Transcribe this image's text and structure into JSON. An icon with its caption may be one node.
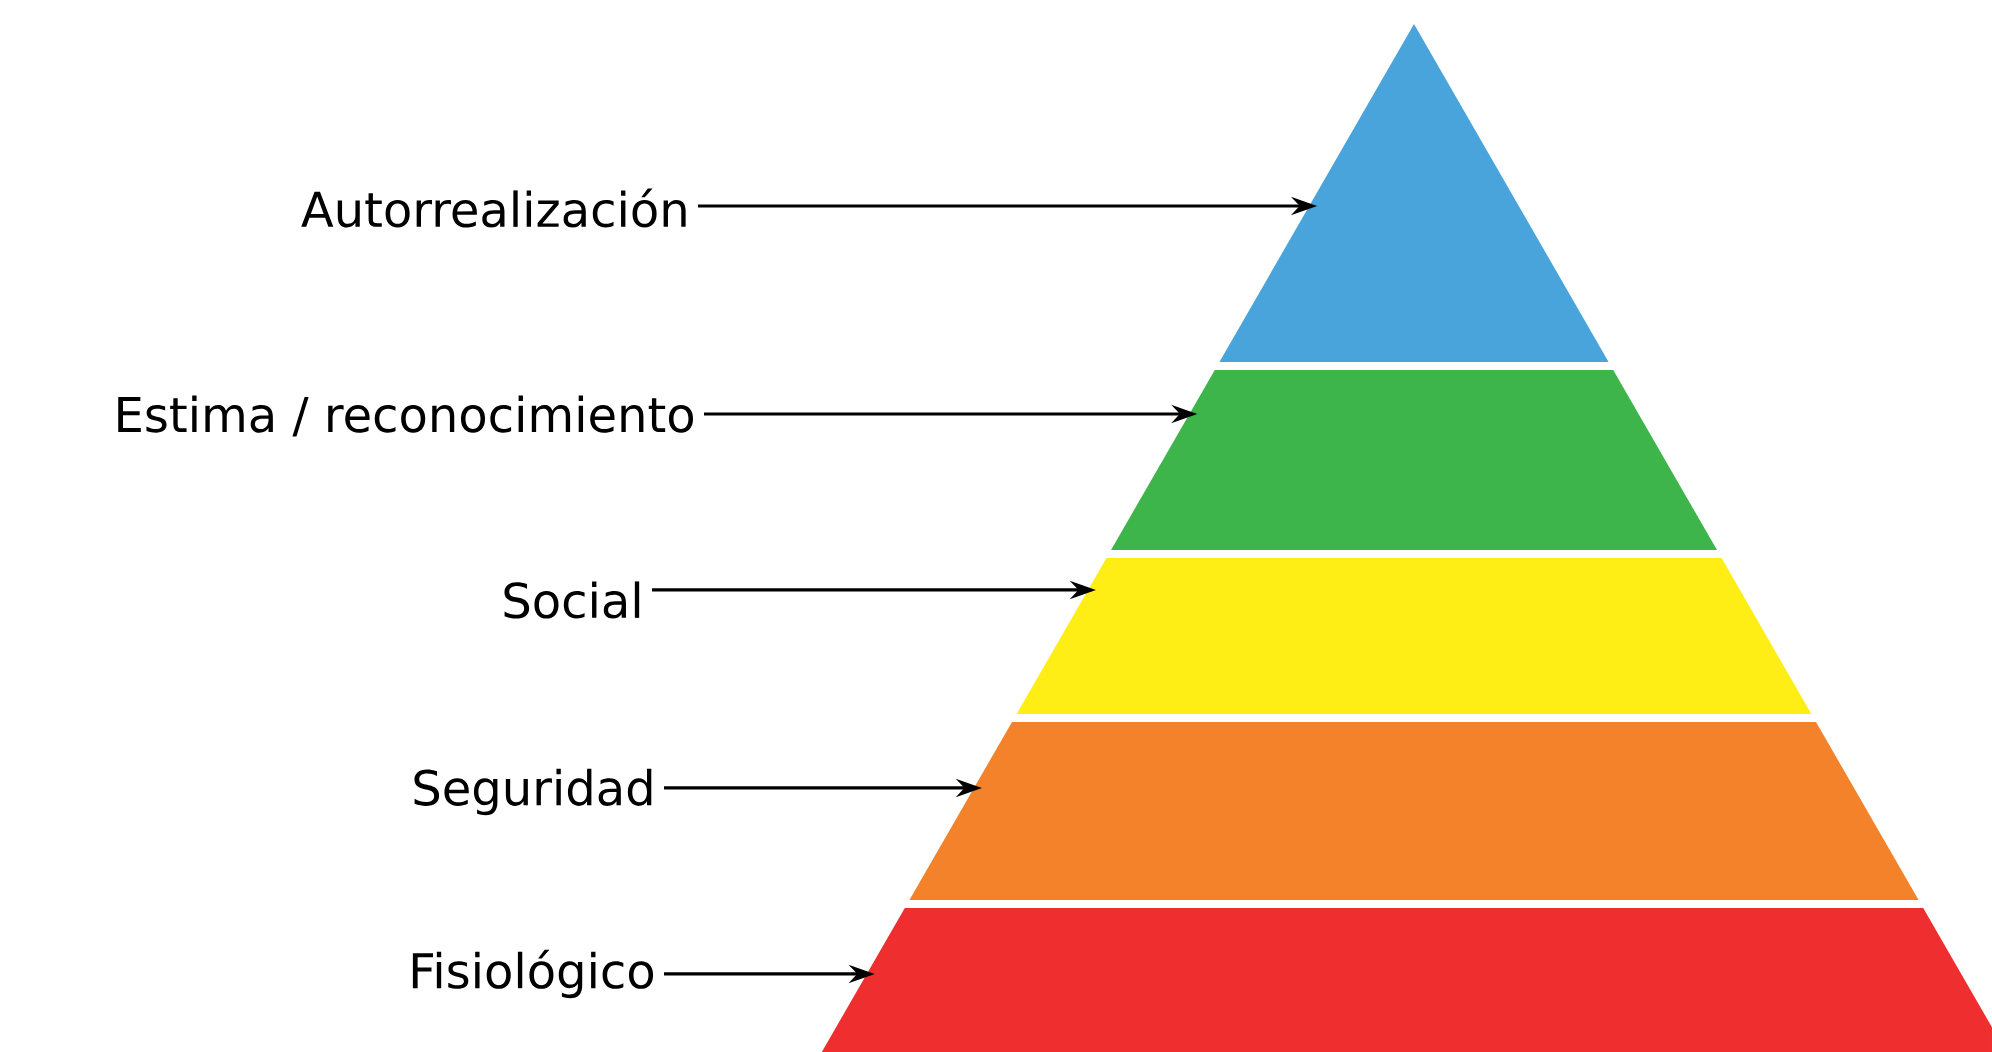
{
  "diagram": {
    "nodes": [
      {
        "text": [
          "Autorrealización"
        ]
      },
      {
        "text": [
          "Estima / reconocimiento"
        ]
      },
      {
        "text": [
          "Social"
        ]
      },
      {
        "text": [
          "Seguridad"
        ]
      },
      {
        "text": [
          "Fisiológico"
        ]
      },
      {
        "text": [],
        "shape": "triangle"
      },
      {
        "text": [],
        "shape": "trapezoid"
      },
      {
        "text": [],
        "shape": "trapezoid"
      },
      {
        "text": [],
        "shape": "trapezoid"
      },
      {
        "text": [],
        "shape": "trapezoid"
      }
    ],
    "edges": [
      {
        "from": 0,
        "to": 5,
        "arrow": "to"
      },
      {
        "from": 1,
        "to": 6,
        "arrow": "to"
      },
      {
        "from": 2,
        "to": 7,
        "arrow": "to"
      },
      {
        "from": 3,
        "to": 8,
        "arrow": "to"
      },
      {
        "from": 4,
        "to": 9,
        "arrow": "to"
      }
    ]
  }
}
